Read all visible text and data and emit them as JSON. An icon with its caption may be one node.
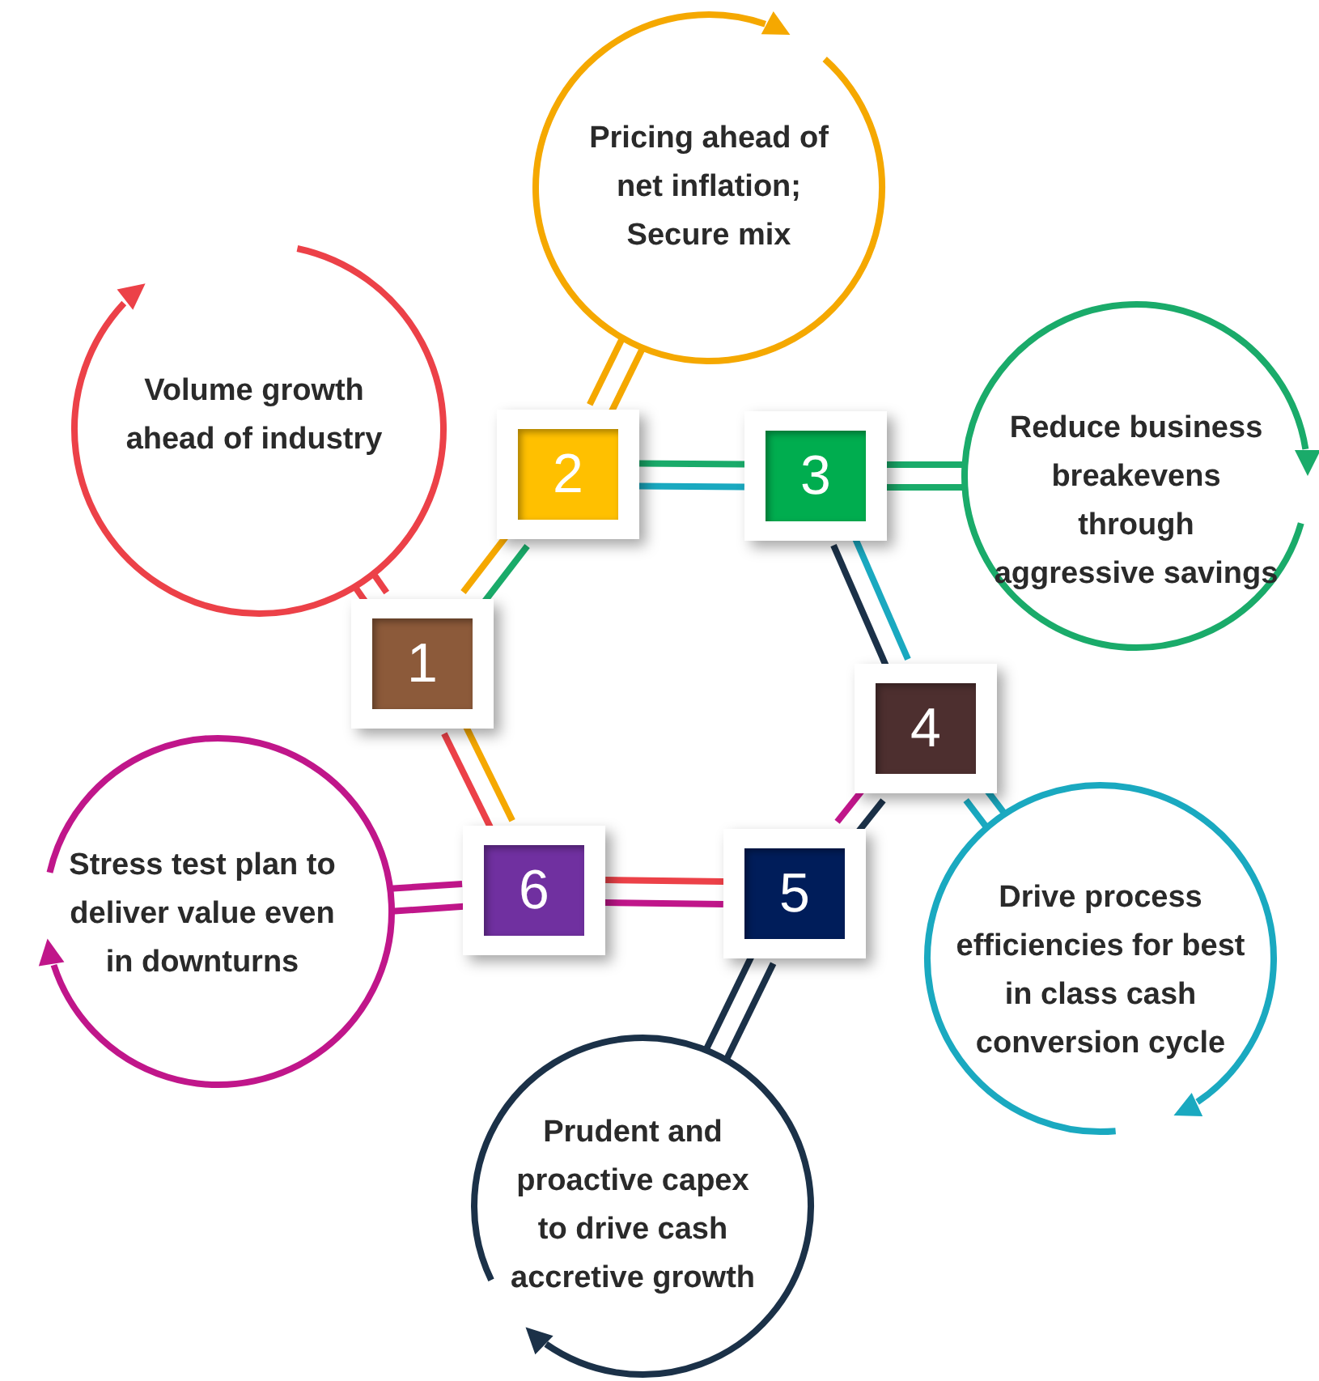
{
  "diagram": {
    "nodes": [
      {
        "text": [
          "1"
        ]
      },
      {
        "text": [
          "2"
        ]
      },
      {
        "text": [
          "3"
        ]
      },
      {
        "text": [
          "4"
        ]
      },
      {
        "text": [
          "5"
        ]
      },
      {
        "text": [
          "6"
        ]
      },
      {
        "text": [
          "Volume growth ahead of industry"
        ]
      },
      {
        "text": [
          "Pricing ahead of net inflation; Secure mix"
        ]
      },
      {
        "text": [
          "Reduce business breakevens through aggressive savings"
        ]
      },
      {
        "text": [
          "Drive process efficiencies for best in class cash conversion cycle"
        ]
      },
      {
        "text": [
          "Prudent and proactive capex to drive cash accretive growth"
        ]
      },
      {
        "text": [
          "Stress test plan to deliver value even in downturns"
        ]
      }
    ],
    "edges": [
      {
        "from": 0,
        "to": 1,
        "arrow": "none",
        "color": "#f5a800"
      },
      {
        "from": 0,
        "to": 1,
        "arrow": "none",
        "color": "#1aab6a"
      },
      {
        "from": 1,
        "to": 2,
        "arrow": "none",
        "color": "#1aab6a"
      },
      {
        "from": 1,
        "to": 2,
        "arrow": "none",
        "color": "#1aa9c0"
      },
      {
        "from": 2,
        "to": 3,
        "arrow": "none",
        "color": "#1b3148"
      },
      {
        "from": 2,
        "to": 3,
        "arrow": "none",
        "color": "#1aa9c0"
      },
      {
        "from": 3,
        "to": 4,
        "arrow": "none",
        "color": "#c0168a"
      },
      {
        "from": 3,
        "to": 4,
        "arrow": "none",
        "color": "#1b3148"
      },
      {
        "from": 5,
        "to": 4,
        "arrow": "none",
        "color": "#ec4148"
      },
      {
        "from": 5,
        "to": 4,
        "arrow": "none",
        "color": "#c0168a"
      },
      {
        "from": 0,
        "to": 5,
        "arrow": "none",
        "color": "#ec4148"
      },
      {
        "from": 0,
        "to": 5,
        "arrow": "none",
        "color": "#f5a800"
      },
      {
        "from": 0,
        "to": 6,
        "arrow": "none",
        "color": "#ec4148"
      },
      {
        "from": 0,
        "to": 6,
        "arrow": "none",
        "color": "#ec4148"
      },
      {
        "from": 1,
        "to": 7,
        "arrow": "none",
        "color": "#f5a800"
      },
      {
        "from": 1,
        "to": 7,
        "arrow": "none",
        "color": "#f5a800"
      },
      {
        "from": 2,
        "to": 8,
        "arrow": "none",
        "color": "#1aab6a"
      },
      {
        "from": 2,
        "to": 8,
        "arrow": "none",
        "color": "#1aab6a"
      },
      {
        "from": 3,
        "to": 9,
        "arrow": "none",
        "color": "#1aa9c0"
      },
      {
        "from": 3,
        "to": 9,
        "arrow": "none",
        "color": "#1aa9c0"
      },
      {
        "from": 4,
        "to": 10,
        "arrow": "none",
        "color": "#1b3148"
      },
      {
        "from": 4,
        "to": 10,
        "arrow": "none",
        "color": "#1b3148"
      },
      {
        "from": 5,
        "to": 11,
        "arrow": "none",
        "color": "#c0168a"
      },
      {
        "from": 5,
        "to": 11,
        "arrow": "none",
        "color": "#c0168a"
      }
    ]
  }
}
